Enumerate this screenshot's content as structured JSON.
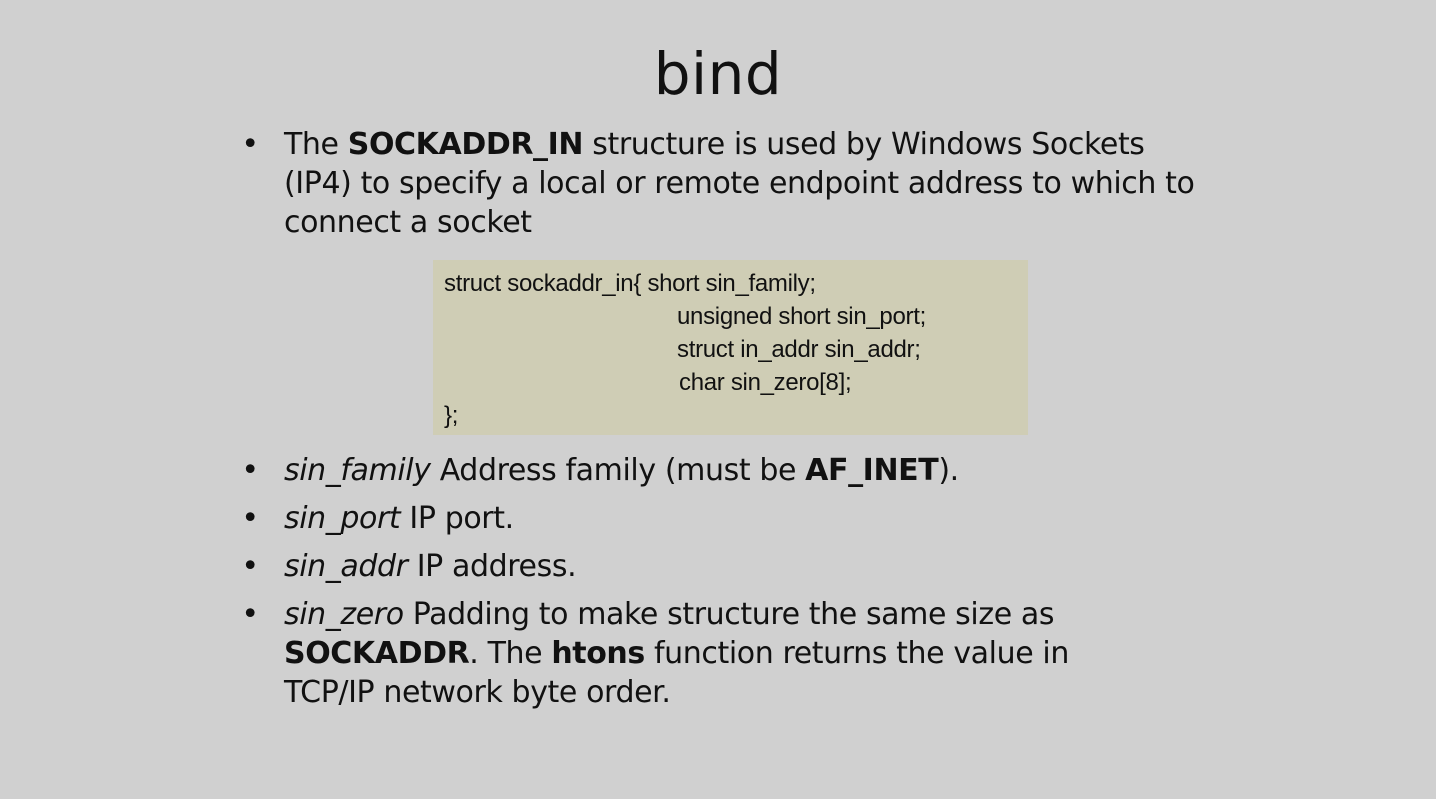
{
  "slide": {
    "title": "bind",
    "bullet_char": "•"
  },
  "intro": {
    "text_1": "The ",
    "bold_1": "SOCKADDR_IN",
    "text_2": " structure is used by Windows Sockets (IP4) to specify a local or remote endpoint address to which to connect a socket"
  },
  "code": {
    "lines": [
      "struct sockaddr_in{ short sin_family;",
      "unsigned short sin_port;",
      "struct in_addr sin_addr;",
      "char sin_zero[8];",
      "};"
    ]
  },
  "fields": [
    {
      "name": "sin_family",
      "text": " Address family (must be ",
      "bold": "AF_INET",
      "tail": ")."
    },
    {
      "name": "sin_port",
      "text": " IP port."
    },
    {
      "name": "sin_addr",
      "text": " IP address."
    },
    {
      "name": "sin_zero",
      "text": " Padding to make structure the same size as ",
      "bold": "SOCKADDR",
      "text_2": ". The ",
      "bold_2": "htons",
      "tail": " function returns the value in TCP/IP network byte order."
    }
  ]
}
